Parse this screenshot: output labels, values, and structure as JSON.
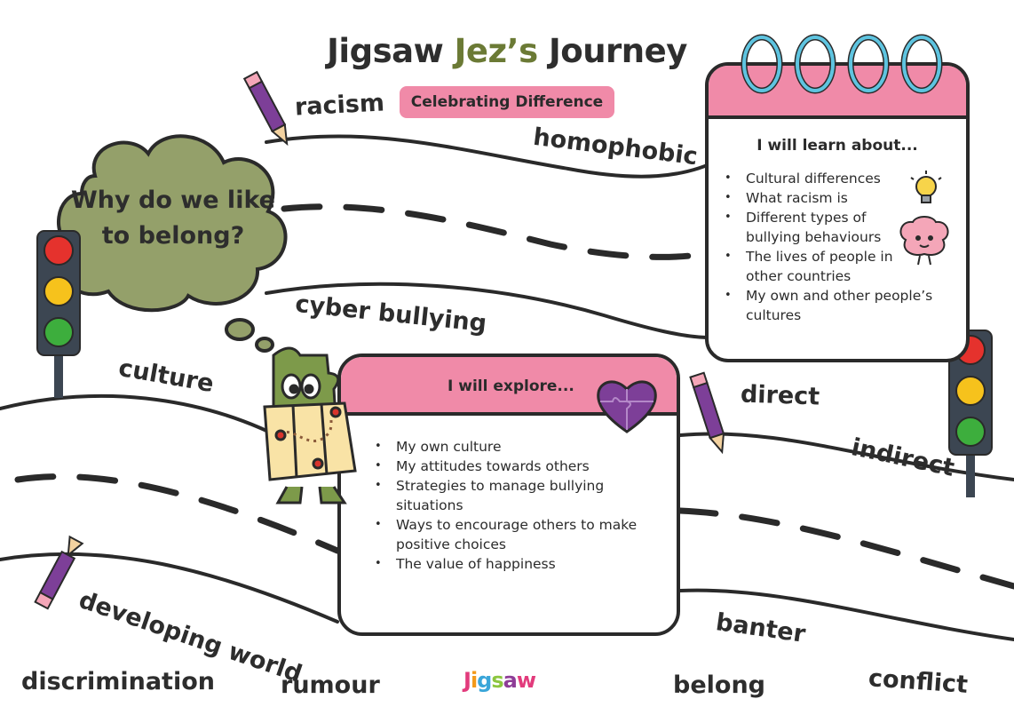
{
  "title": {
    "part1": "Jigsaw",
    "part2": "Jez’s",
    "part3": "Journey"
  },
  "topic_badge": "Celebrating Difference",
  "thought_bubble": {
    "line1": "Why do we like",
    "line2": "to belong?"
  },
  "words": {
    "racism": "racism",
    "homophobic": "homophobic",
    "cyber_bullying": "cyber bullying",
    "culture": "culture",
    "direct": "direct",
    "indirect": "indirect",
    "developing_world": "developing world",
    "banter": "banter",
    "discrimination": "discrimination",
    "rumour": "rumour",
    "belong": "belong",
    "conflict": "conflict"
  },
  "learn_card": {
    "title": "I will learn about...",
    "items": [
      {
        "line1": "Cultural differences",
        "line2": ""
      },
      {
        "line1": "What racism is",
        "line2": ""
      },
      {
        "line1": "Different types of",
        "line2": "bullying behaviours"
      },
      {
        "line1": "The lives of people in",
        "line2": "other countries"
      },
      {
        "line1": "My own and other people’s",
        "line2": "cultures"
      }
    ]
  },
  "explore_card": {
    "title": "I will explore...",
    "items": [
      {
        "line1": "My own culture",
        "line2": ""
      },
      {
        "line1": "My attitudes towards others",
        "line2": ""
      },
      {
        "line1": "Strategies to manage bullying",
        "line2": "situations"
      },
      {
        "line1": "Ways to encourage others to make",
        "line2": "positive choices"
      },
      {
        "line1": "The value of happiness",
        "line2": ""
      }
    ]
  },
  "logo": {
    "letters": [
      "J",
      "i",
      "g",
      "s",
      "a",
      "w"
    ]
  },
  "colors": {
    "pink": "#f08aa8",
    "olive": "#6b7a35",
    "bubble": "#94a06a",
    "road": "#2a2a2a",
    "pencil": "#7d3f98",
    "ring": "#5ec4e0"
  },
  "icons": [
    "pencil-icon",
    "traffic-light-icon",
    "lightbulb-icon",
    "brain-icon",
    "puzzle-heart-icon",
    "jigsaw-jez-character",
    "calendar-rings-icon"
  ]
}
